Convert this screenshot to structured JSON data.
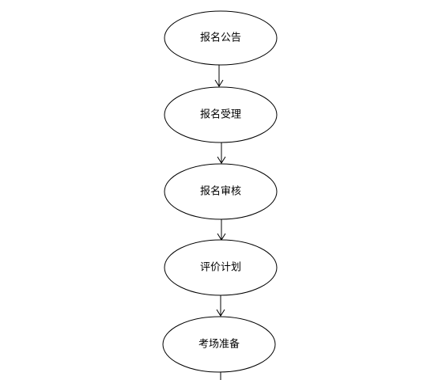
{
  "diagram": {
    "type": "flowchart",
    "direction": "top-to-bottom",
    "nodes": [
      {
        "id": "n1",
        "shape": "ellipse",
        "label": "报名公告"
      },
      {
        "id": "n2",
        "shape": "ellipse",
        "label": "报名受理"
      },
      {
        "id": "n3",
        "shape": "ellipse",
        "label": "报名审核"
      },
      {
        "id": "n4",
        "shape": "ellipse",
        "label": "评价计划"
      },
      {
        "id": "n5",
        "shape": "ellipse",
        "label": "考场准备"
      }
    ],
    "edges": [
      {
        "from": "n1",
        "to": "n2",
        "arrow": "open"
      },
      {
        "from": "n2",
        "to": "n3",
        "arrow": "open"
      },
      {
        "from": "n3",
        "to": "n4",
        "arrow": "open"
      },
      {
        "from": "n4",
        "to": "n5",
        "arrow": "open"
      },
      {
        "from": "n5",
        "to": "",
        "arrow": "none"
      }
    ],
    "colors": {
      "stroke": "#000000",
      "fill": "#ffffff",
      "text": "#000000",
      "background": "#ffffff"
    }
  }
}
